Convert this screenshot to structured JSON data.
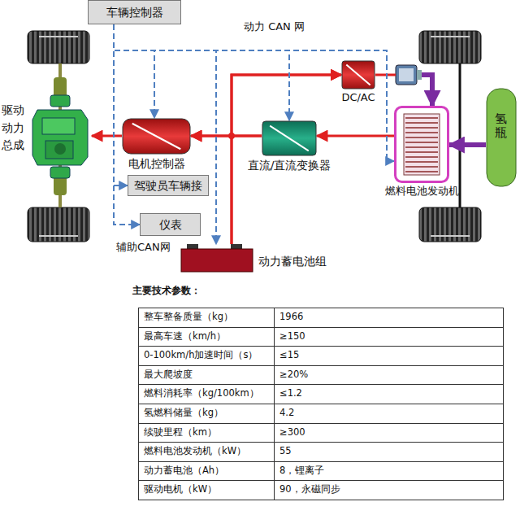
{
  "diagram": {
    "nodes": [
      {
        "text": [
          "车辆控制器"
        ]
      },
      {
        "text": [
          "驱动动力总成"
        ]
      },
      {
        "text": [
          "电机控制器"
        ]
      },
      {
        "text": [
          "驾驶员车辆接"
        ]
      },
      {
        "text": [
          "仪表"
        ]
      },
      {
        "text": [
          "直流/直流变换器"
        ]
      },
      {
        "text": [
          "DC/AC"
        ]
      },
      {
        "text": [
          "燃料电池发动机"
        ]
      },
      {
        "text": [
          "氢瓶"
        ]
      },
      {
        "text": [
          "动力蓄电池组"
        ]
      }
    ],
    "edges": [
      {
        "from": 2,
        "to": 1,
        "arrow": "to"
      },
      {
        "from": 5,
        "to": 2,
        "arrow": "to"
      },
      {
        "from": 9,
        "to": 2,
        "arrow": "to"
      },
      {
        "from": 5,
        "to": 6,
        "arrow": "to"
      },
      {
        "from": 9,
        "to": 6,
        "arrow": "to"
      },
      {
        "from": 7,
        "to": 5,
        "arrow": "to"
      },
      {
        "from": 6,
        "to": 7,
        "arrow": "to"
      },
      {
        "from": 8,
        "to": 7,
        "arrow": "to"
      },
      {
        "from": 0,
        "to": 2,
        "arrow": "to"
      },
      {
        "from": 0,
        "to": 5,
        "arrow": "to"
      },
      {
        "from": 0,
        "to": 9,
        "arrow": "to"
      },
      {
        "from": 0,
        "to": 7,
        "arrow": "to"
      },
      {
        "from": 0,
        "to": 3,
        "arrow": "to"
      },
      {
        "from": 0,
        "to": 4,
        "arrow": "to"
      }
    ],
    "labels": [
      "动力 CAN 网",
      "辅助CAN网",
      "主要技术参数：",
      "整车整备质量（kg）",
      "1966",
      "最高车速（km/h）",
      "≥150",
      "0-100km/h加速时间（s）",
      "≤15",
      "最大爬坡度",
      "≥20%",
      "燃料消耗率（kg/100km）",
      "≤1.2",
      "氢燃料储量（kg）",
      "4.2",
      "续驶里程（km）",
      "≥300",
      "燃料电池发动机（kW）",
      "55",
      "动力蓄电池（Ah）",
      "8，锂离子",
      "驱动电机（kW）",
      "90，永磁同步"
    ]
  }
}
